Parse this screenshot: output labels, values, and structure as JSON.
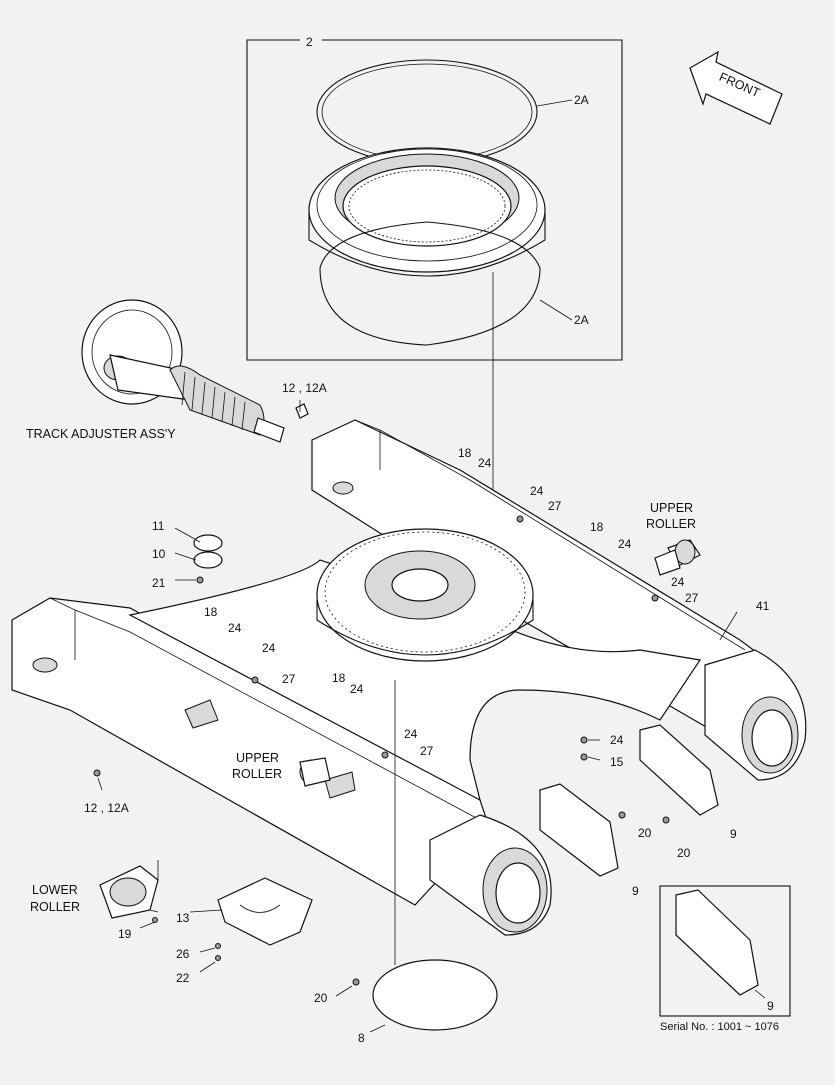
{
  "figure": {
    "front_arrow": "FRONT",
    "assembly_labels": {
      "track_adjuster": "TRACK ADJUSTER ASS'Y",
      "upper_roller_right": [
        "UPPER",
        "ROLLER"
      ],
      "upper_roller_left": [
        "UPPER",
        "ROLLER"
      ],
      "lower_roller": [
        "LOWER",
        "ROLLER"
      ]
    },
    "serial_note": "Serial No. : 1001 ~ 1076",
    "callouts": {
      "c2": "2",
      "c2a_top": "2A",
      "c2a_bottom": "2A",
      "c12_top": "12 , 12A",
      "c12_bottom": "12 , 12A",
      "c18_a": "18",
      "c24_a": "24",
      "c24_b": "24",
      "c27_a": "27",
      "c18_b": "18",
      "c24_c": "24",
      "c24_d": "24",
      "c27_b": "27",
      "c41": "41",
      "c11": "11",
      "c10": "10",
      "c21": "21",
      "c18_c": "18",
      "c24_e": "24",
      "c24_f": "24",
      "c27_c": "27",
      "c18_d": "18",
      "c24_g": "24",
      "c24_h": "24",
      "c27_d": "27",
      "c24_i": "24",
      "c15": "15",
      "c20_a": "20",
      "c20_b": "20",
      "c9_a": "9",
      "c9_b": "9",
      "c9_c": "9",
      "c13": "13",
      "c19": "19",
      "c26": "26",
      "c22": "22",
      "c20_c": "20",
      "c8": "8"
    }
  }
}
